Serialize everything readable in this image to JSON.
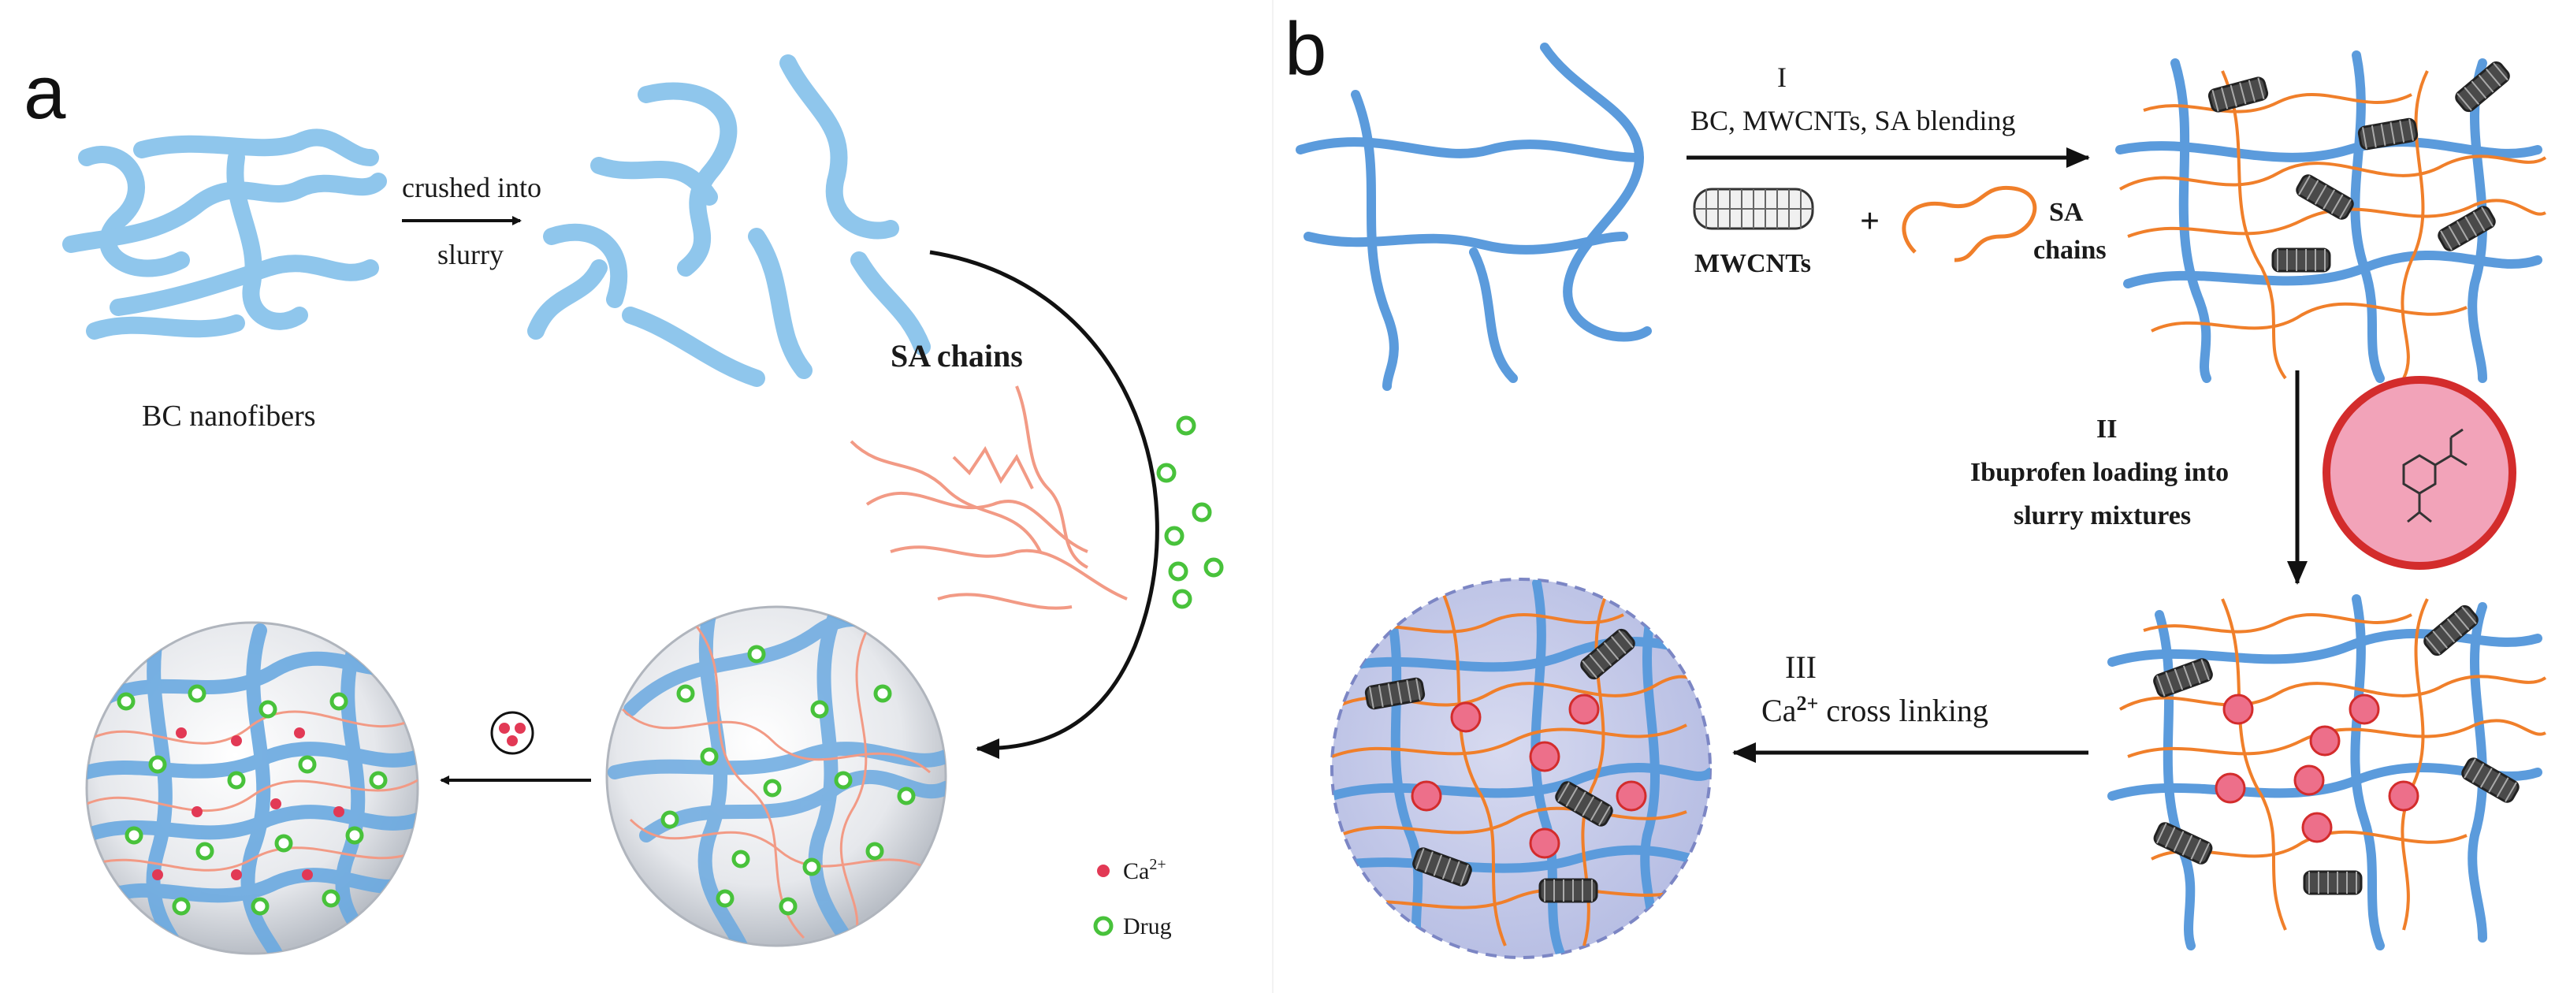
{
  "panel_a": {
    "letter": "a",
    "step_label_line1": "crushed into",
    "step_label_line2": "slurry",
    "bc_label": "BC nanofibers",
    "sa_label": "SA chains",
    "legend": {
      "ca_label": "Ca",
      "ca_sup": "2+",
      "drug_label": "Drug"
    }
  },
  "panel_b": {
    "letter": "b",
    "step1_num": "I",
    "step1_label": "BC, MWCNTs, SA blending",
    "mwcnts_label": "MWCNTs",
    "plus": "+",
    "sa_label_line1": "SA",
    "sa_label_line2": "chains",
    "step2_num": "II",
    "step2_line1": "Ibuprofen loading into",
    "step2_line2": "slurry mixtures",
    "step3_num": "III",
    "step3_ca": "Ca",
    "step3_sup": "2+",
    "step3_rest": " cross  linking"
  },
  "colors": {
    "bc_fiber": "#6aa9e0",
    "bc_light": "#9fd3f2",
    "sa_chain": "#f0856e",
    "sa_orange": "#f07f2a",
    "drug": "#48c23b",
    "ca_ion": "#e23955",
    "sphere": "#e2e6ec",
    "ibuprofen_circle": "#f2a3b9"
  }
}
